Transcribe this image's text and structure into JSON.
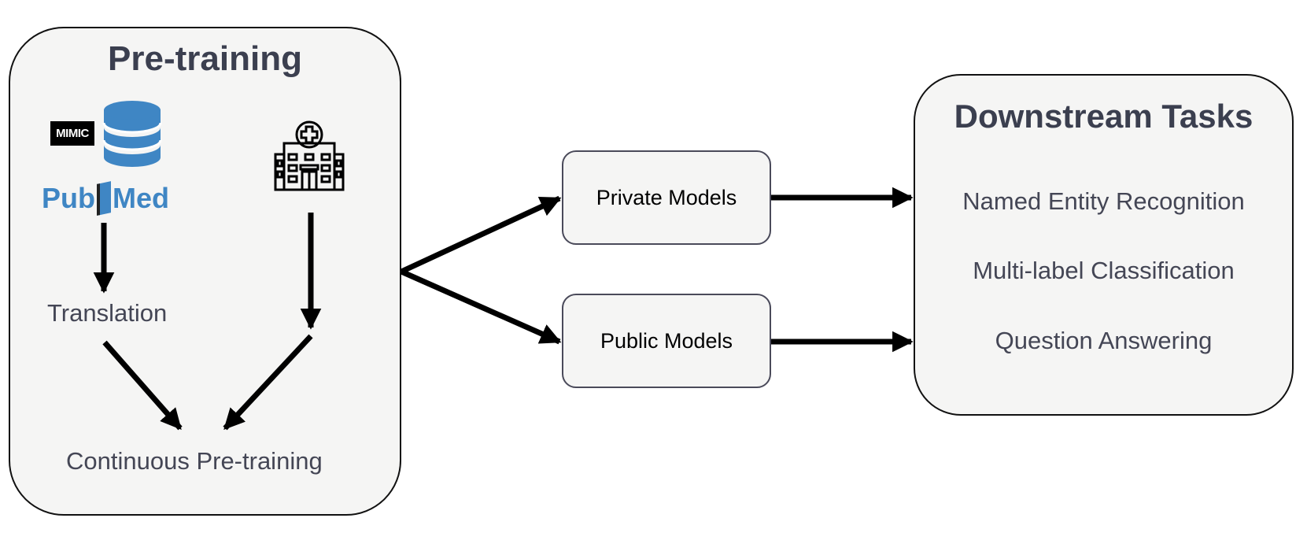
{
  "pretraining": {
    "title": "Pre-training",
    "mimic_logo_text": "MIMIC",
    "pubmed_logo_left": "Pub",
    "pubmed_logo_right": "Med",
    "translation_label": "Translation",
    "continuous_label": "Continuous Pre-training",
    "icons": [
      "database-icon",
      "hospital-icon"
    ]
  },
  "models": {
    "private_label": "Private Models",
    "public_label": "Public Models"
  },
  "downstream": {
    "title": "Downstream Tasks",
    "tasks": [
      "Named Entity Recognition",
      "Multi-label Classification",
      "Question Answering"
    ]
  },
  "colors": {
    "panel_fill": "#f5f5f4",
    "title_text": "#3b3f4f",
    "body_text": "#444655",
    "database_blue": "#3f86c4",
    "arrow": "#000000"
  }
}
